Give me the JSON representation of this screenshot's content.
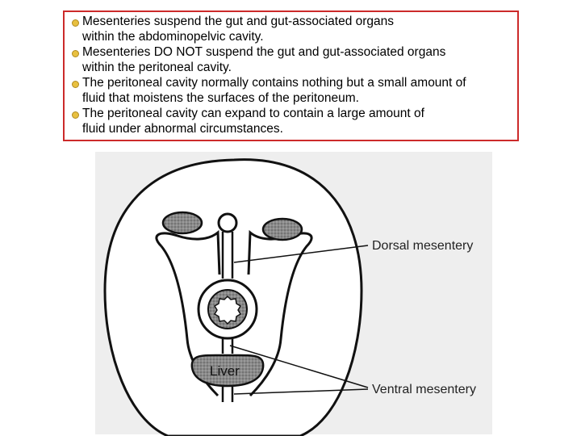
{
  "bullets": [
    {
      "line1": "Mesenteries suspend the gut and gut-associated organs",
      "line2": "within the abdominopelvic cavity."
    },
    {
      "line1": "Mesenteries DO NOT suspend the gut and gut-associated organs",
      "line2": "within the peritoneal cavity."
    },
    {
      "line1": "The peritoneal cavity normally contains nothing but a small amount of",
      "line2": "fluid that moistens the surfaces of the peritoneum."
    },
    {
      "line1": "The peritoneal cavity can expand to contain a large amount of",
      "line2": "fluid under abnormal circumstances."
    }
  ],
  "diagram": {
    "dorsal_label": "Dorsal mesentery",
    "ventral_label": "Ventral mesentery",
    "liver_label": "Liver"
  },
  "colors": {
    "border": "#cc2a2a",
    "bullet": "#e8c040",
    "photo_bg": "#eeeeee"
  }
}
